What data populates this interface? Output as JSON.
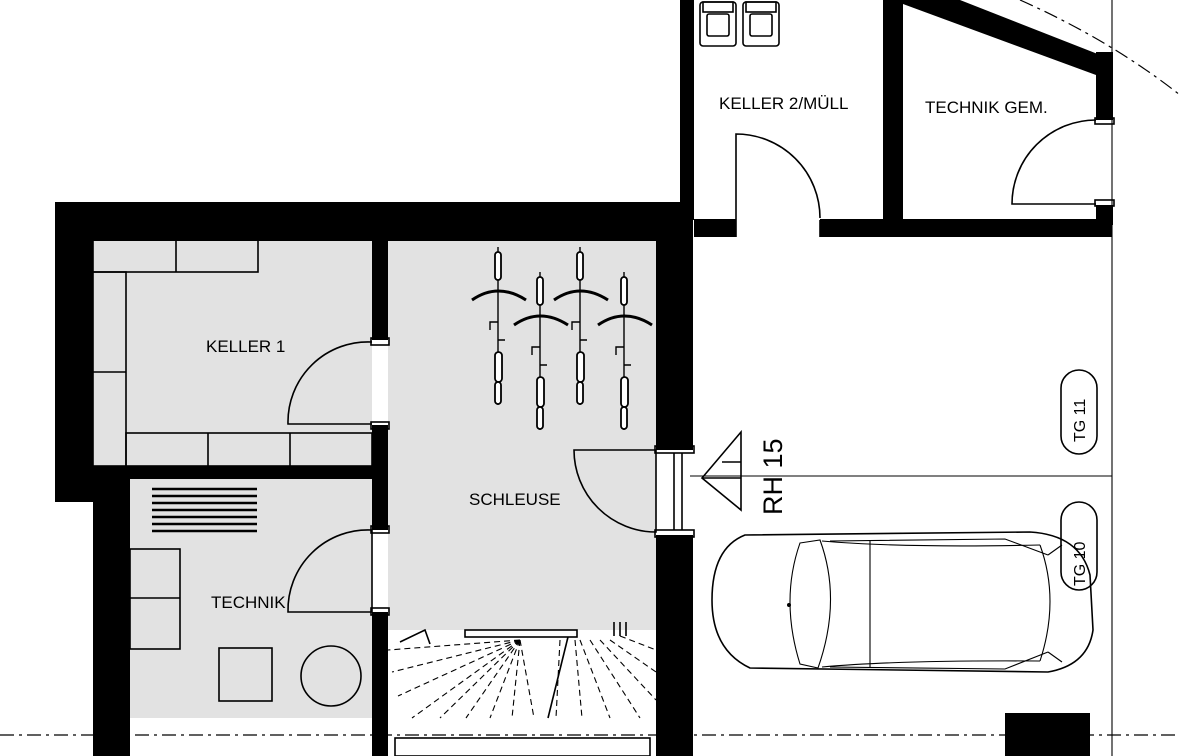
{
  "rooms": {
    "keller1": "KELLER 1",
    "technik": "TECHNIK",
    "schleuse": "SCHLEUSE",
    "keller2": "KELLER 2/MÜLL",
    "technik_gem": "TECHNIK GEM."
  },
  "labels": {
    "rh": "RH 15",
    "tg11": "TG 11",
    "tg10": "TG 10"
  },
  "colors": {
    "wall": "#000000",
    "floor": "#e2e2e2",
    "background": "#ffffff"
  }
}
